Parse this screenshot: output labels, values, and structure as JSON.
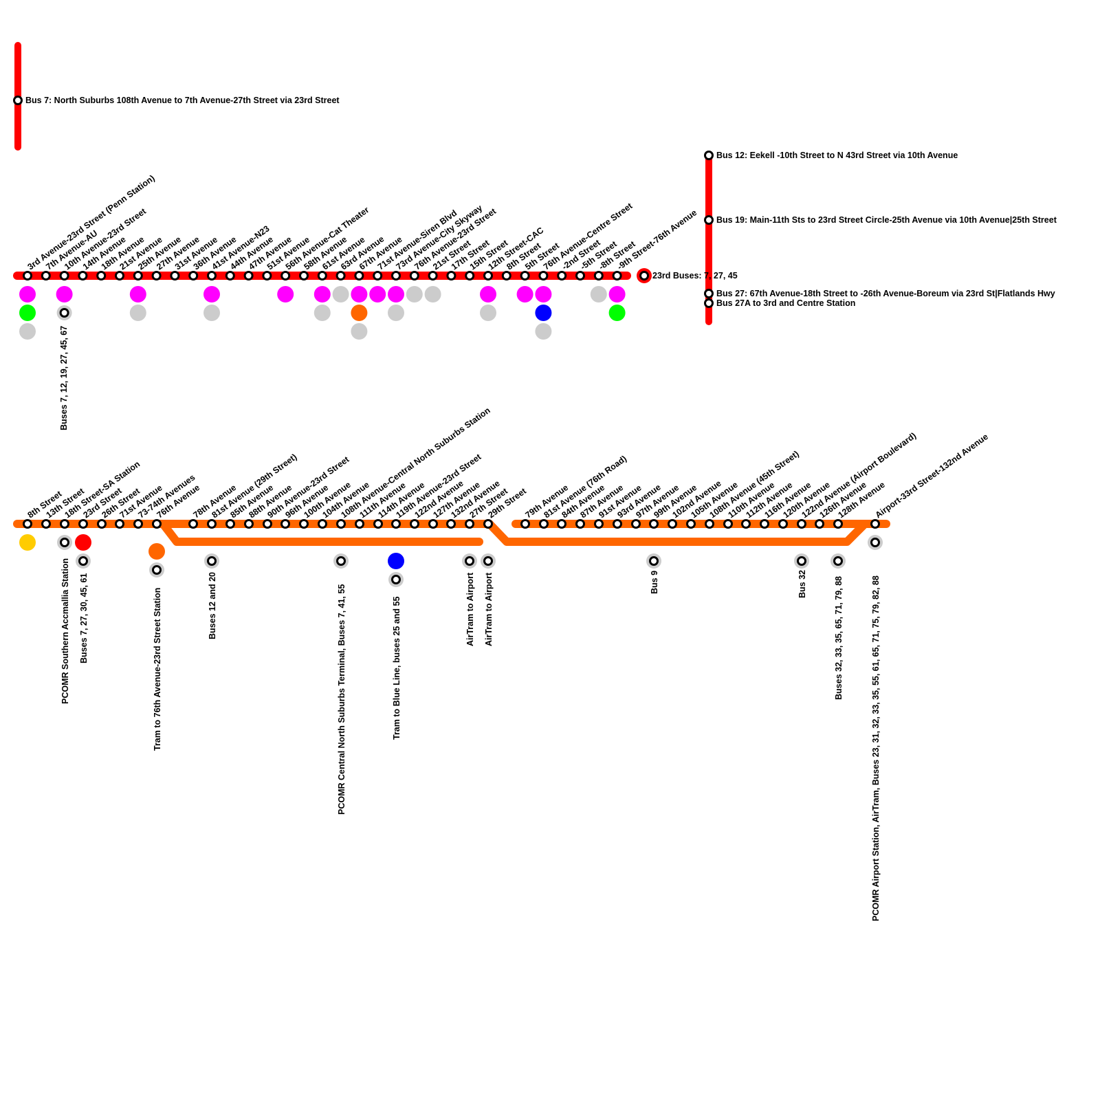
{
  "colors": {
    "red_line": "#ff0000",
    "orange_line": "#ff6600",
    "magenta": "#ff00ff",
    "green": "#00ff00",
    "gray": "#cccccc",
    "orange": "#ff6600",
    "blue": "#0000ff",
    "yellow": "#ffcc00",
    "red": "#ff0000"
  },
  "legend": {
    "bus7": "Bus 7: North Suburbs 108th Avenue to 7th Avenue-27th Street via 23rd Street",
    "bus12": "Bus 12: Eekell -10th Street to N 43rd Street via 10th Avenue",
    "bus19": "Bus 19: Main-11th Sts to 23rd Street Circle-25th Avenue via 10th Avenue|25th Street",
    "bus27": "Bus 27: 67th Avenue-18th Street to -26th Avenue-Boreum via 23rd St|Flatlands Hwy",
    "bus27a": "Bus 27A to 3rd and Centre Station"
  },
  "red_line": {
    "stations": [
      "3rd Avenue-23rd Street (Penn Station)",
      "7th Avenue-AU",
      "10th Avenue-23rd Street",
      "14th Avenue",
      "18th Avenue",
      "21st Avenue",
      "25th Avenue",
      "27th Avenue",
      "31st Avenue",
      "36th Avenue",
      "41st Avenue-N23",
      "44th Avenue",
      "47th Avenue",
      "51st Avenue",
      "56th Avenue-Cat Theater",
      "58th Avenue",
      "61st Avenue",
      "63rd Avenue",
      "67th Avenue",
      "71st Avenue-Siren Blvd",
      "73rd Avenue-City Skyway",
      "76th Avenue-23rd Street",
      "21st Street",
      "17th Street",
      "15th Street",
      "12th Street-CAC",
      "8th Street",
      "5th Street",
      "76th Avenue-Centre Street",
      "-2nd Street",
      "-5th Street",
      "-8th Street",
      "-9th Street-76th Avenue"
    ],
    "terminal": "23rd Buses: 7, 27, 45",
    "transfer_label": "Buses 7, 12, 19, 27, 45, 67",
    "connections": [
      {
        "station": 0,
        "dots": [
          "magenta",
          "green",
          "gray"
        ]
      },
      {
        "station": 2,
        "dots": [
          "magenta",
          "bus_stop"
        ]
      },
      {
        "station": 6,
        "dots": [
          "magenta",
          "gray"
        ]
      },
      {
        "station": 10,
        "dots": [
          "magenta",
          "gray"
        ]
      },
      {
        "station": 14,
        "dots": [
          "magenta"
        ]
      },
      {
        "station": 16,
        "dots": [
          "magenta",
          "gray"
        ]
      },
      {
        "station": 17,
        "dots": [
          "gray"
        ]
      },
      {
        "station": 18,
        "dots": [
          "magenta",
          "orange",
          "gray"
        ]
      },
      {
        "station": 19,
        "dots": [
          "magenta"
        ]
      },
      {
        "station": 20,
        "dots": [
          "magenta",
          "gray"
        ]
      },
      {
        "station": 21,
        "dots": [
          "gray"
        ]
      },
      {
        "station": 22,
        "dots": [
          "gray"
        ]
      },
      {
        "station": 25,
        "dots": [
          "magenta",
          "gray"
        ]
      },
      {
        "station": 27,
        "dots": [
          "magenta"
        ]
      },
      {
        "station": 28,
        "dots": [
          "magenta",
          "blue",
          "gray"
        ]
      },
      {
        "station": 31,
        "dots": [
          "gray"
        ]
      },
      {
        "station": 32,
        "dots": [
          "magenta",
          "green"
        ]
      }
    ]
  },
  "orange_line": {
    "stations": [
      "8th Street",
      "13th Street",
      "18th Street-SA Station",
      "23rd Street",
      "26th Street",
      "71st Avenue",
      "73-74th Avenues",
      "76th Avenue",
      "78th Avenue",
      "81st Avenue (29th Street)",
      "85th Avenue",
      "88th Avenue",
      "90th Avenue-23rd Street",
      "96th Avenue",
      "100th Avenue",
      "104th Avenue",
      "108th Avenue-Central North Suburbs Station",
      "111th Avenue",
      "114th Avenue",
      "119th Avenue-23rd Street",
      "122nd Avenue",
      "127th Avenue",
      "132nd Avenue",
      "27th Street",
      "29th Street",
      "79th Avenue",
      "81st Avenue (76th Road)",
      "84th Avenue",
      "87th Avenue",
      "91st Avenue",
      "93rd Avenue",
      "97th Avenue",
      "99th Avenue",
      "102nd Avenue",
      "105th Avenue",
      "108th Avenue (45th Street)",
      "110th Avenue",
      "112th Avenue",
      "116th Avenue",
      "120th Avenue",
      "122nd Avenue (Airport Boulevard)",
      "126th Avenue",
      "128th Avenue",
      "Airport-33rd Street-132nd Avenue"
    ],
    "transfer_labels": [
      "PCOMR Southern Accmallia Station",
      "Buses 7, 27, 30, 45, 61",
      "Tram to 76th Avenue-23rd Street Station",
      "Buses 12 and 20",
      "PCOMR Central North Suburbs Terminal, Buses 7, 41, 55",
      "Tram to Blue Line, buses 25 and 55",
      "AirTram to Airport",
      "AirTram to Airport",
      "Bus 9",
      "Bus 32",
      "Buses 32, 33, 35, 65, 71, 79, 88",
      "PCOMR Airport Station, AirTram, Buses 23, 31, 32, 33, 35, 55, 61, 65, 71, 75, 79, 82, 88"
    ]
  }
}
